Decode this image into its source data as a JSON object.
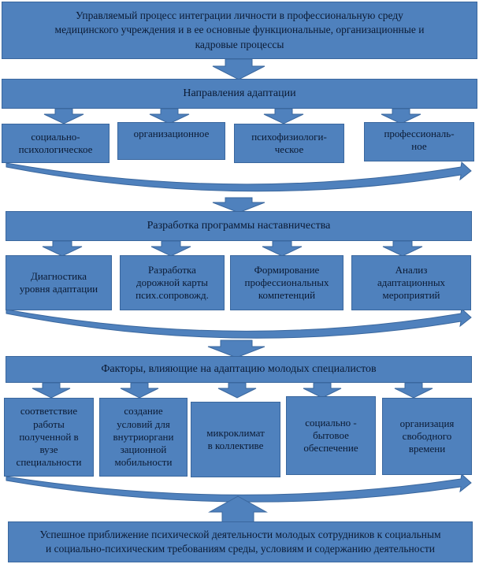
{
  "colors": {
    "box_fill": "#4f81bd",
    "box_border": "#3a679e",
    "text": "#0b1a33"
  },
  "top": {
    "text": "Управляемый процесс интеграции личности в профессиональную  среду\nмедицинского учреждения и в ее основные функциональные, организационные и\nкадровые процессы"
  },
  "section1": {
    "title": "Направления адаптации",
    "items": [
      "социально-\nпсихологическое",
      "организационное",
      "психофизиологи-\nческое",
      "профессиональ-\nное"
    ]
  },
  "section2": {
    "title": "Разработка программы наставничества",
    "items": [
      "Диагностика\nуровня адаптации",
      "Разработка\nдорожной карты\nпсих.сопровожд.",
      "Формирование\nпрофессиональных\nкомпетенций",
      "Анализ\nадаптационных\nмероприятий"
    ]
  },
  "section3": {
    "title": "Факторы, влияющие на адаптацию молодых специалистов",
    "items": [
      "соответствие\nработы\nполученной  в\nвузе\nспециальности",
      "создание\nусловий для\nвнутриоргани\nзационной\nмобильности",
      "микроклимат\nв коллективе",
      "социально  -\nбытовое\nобеспечение",
      "организация\nсвободного\nвремени"
    ]
  },
  "bottom": {
    "text": "Успешное приближение  психической деятельности молодых сотрудников к социальным\nи социально-психическим  требованиям среды, условиям и содержанию деятельности"
  }
}
